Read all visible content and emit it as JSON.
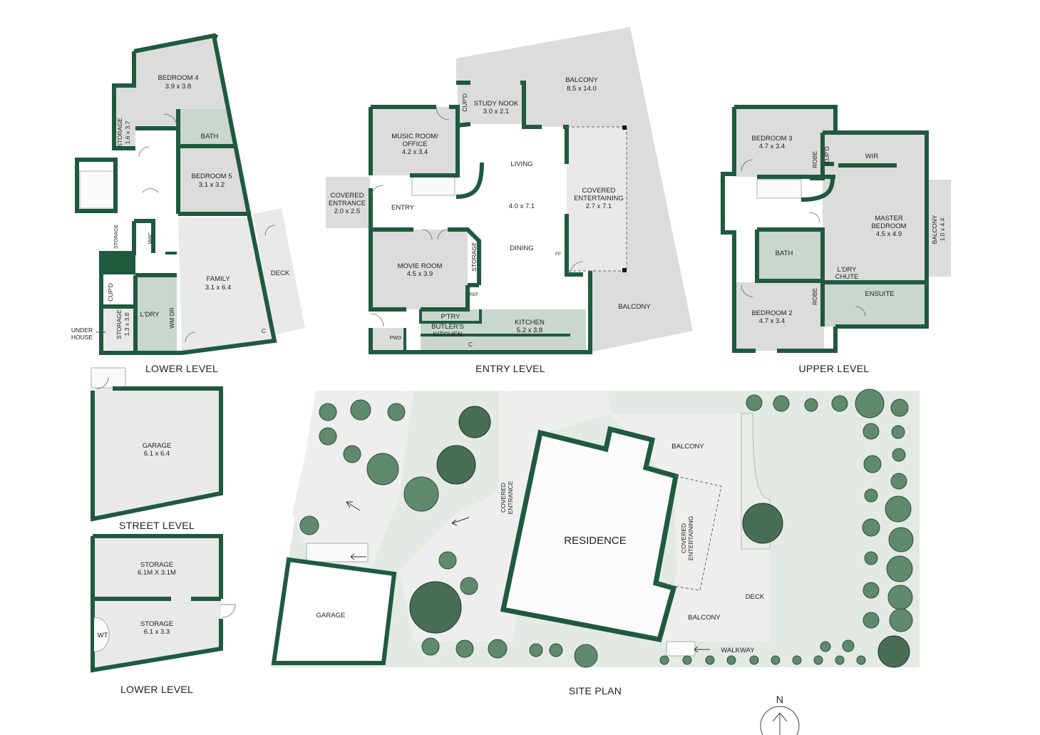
{
  "level_titles": {
    "lower_level": "LOWER LEVEL",
    "entry_level": "ENTRY LEVEL",
    "upper_level": "UPPER LEVEL",
    "street_level": "STREET LEVEL",
    "lower_level_2": "LOWER LEVEL",
    "site_plan": "SITE PLAN"
  },
  "lower_level": {
    "bedroom4": {
      "name": "BEDROOM 4",
      "size": "3.9 x 3.8"
    },
    "bath": "BATH",
    "bedroom5": {
      "name": "BEDROOM 5",
      "size": "3.1 x 3.2"
    },
    "storage_a": {
      "name": "STORAGE",
      "size": "1.6 x 3.7"
    },
    "storage_b": "STORAGE",
    "wic": "WIC",
    "cupd": "CUP'D",
    "storage_c": {
      "name": "STORAGE",
      "size": "1.3 x 3.8"
    },
    "ldry": "L'DRY",
    "wm_dr": "WM DR",
    "family": {
      "name": "FAMILY",
      "size": "3.1 x 6.4"
    },
    "deck": "DECK",
    "c": "C",
    "under_house": [
      "UNDER",
      "HOUSE"
    ]
  },
  "entry_level": {
    "balcony_top": {
      "name": "BALCONY",
      "size": "8.5 x 14.0"
    },
    "cupd": "CUP'D",
    "study_nook": {
      "name": "STUDY NOOK",
      "size": "3.0 x 2.1"
    },
    "music_room": {
      "name1": "MUSIC ROOM/",
      "name2": "OFFICE",
      "size": "4.2 x 3.4"
    },
    "living": "LIVING",
    "living_size": "4.0 x 7.1",
    "dining": "DINING",
    "covered_entertaining": {
      "name1": "COVERED",
      "name2": "ENTERTAINING",
      "size": "2.7 x 7.1"
    },
    "covered_entrance": {
      "name1": "COVERED",
      "name2": "ENTRANCE",
      "size": "2.0 x 2.5"
    },
    "entry": "ENTRY",
    "movie_room": {
      "name": "MOVIE ROOM",
      "size": "4.5 x 3.9"
    },
    "storage": "STORAGE",
    "ref": "REF",
    "fp": "FP",
    "ptry": "P'TRY",
    "butlers_kitchen": {
      "name1": "BUTLER'S",
      "name2": "KITCHEN"
    },
    "kitchen": {
      "name": "KITCHEN",
      "size": "5.2 x 3.8"
    },
    "pwd": "PWD",
    "c": "C",
    "balcony_right": "BALCONY"
  },
  "upper_level": {
    "bedroom3": {
      "name": "BEDROOM 3",
      "size": "4.7 x 3.4"
    },
    "robe_a": "ROBE",
    "cupd": "CUP'D",
    "wir": "WIR",
    "master": {
      "name1": "MASTER",
      "name2": "BEDROOM",
      "size": "4.5 x 4.9"
    },
    "balcony": {
      "name": "BALCONY",
      "size": "1.0 x 4.4"
    },
    "bath": "BATH",
    "ldry_chute": {
      "name1": "L'DRY",
      "name2": "CHUTE"
    },
    "robe_b": "ROBE",
    "ensuite": "ENSUITE",
    "bedroom2": {
      "name": "BEDROOM 2",
      "size": "4.7 x 3.4"
    }
  },
  "street_level": {
    "garage": {
      "name": "GARAGE",
      "size": "6.1 x 6.4"
    }
  },
  "lower_level_2": {
    "storage_a": {
      "name": "STORAGE",
      "size": "6.1M X 3.1M"
    },
    "storage_b": {
      "name": "STORAGE",
      "size": "6.1 x 3.3"
    },
    "wt": "WT"
  },
  "site_plan": {
    "residence": "RESIDENCE",
    "balcony_top": "BALCONY",
    "balcony_bottom": "BALCONY",
    "covered_entertaining": {
      "name1": "COVERED",
      "name2": "ENTERTAINING"
    },
    "covered_entrance": {
      "name1": "COVERED",
      "name2": "ENTRANCE"
    },
    "garage": "GARAGE",
    "deck": "DECK",
    "walkway": "WALKWAY",
    "north": "N"
  },
  "colors": {
    "wall": "#1f5a3f",
    "room_fill": "#dcdcdc",
    "wet_fill": "#c9d7cd",
    "lawn": "#e3eae3",
    "tree": "#5f8a6d"
  }
}
